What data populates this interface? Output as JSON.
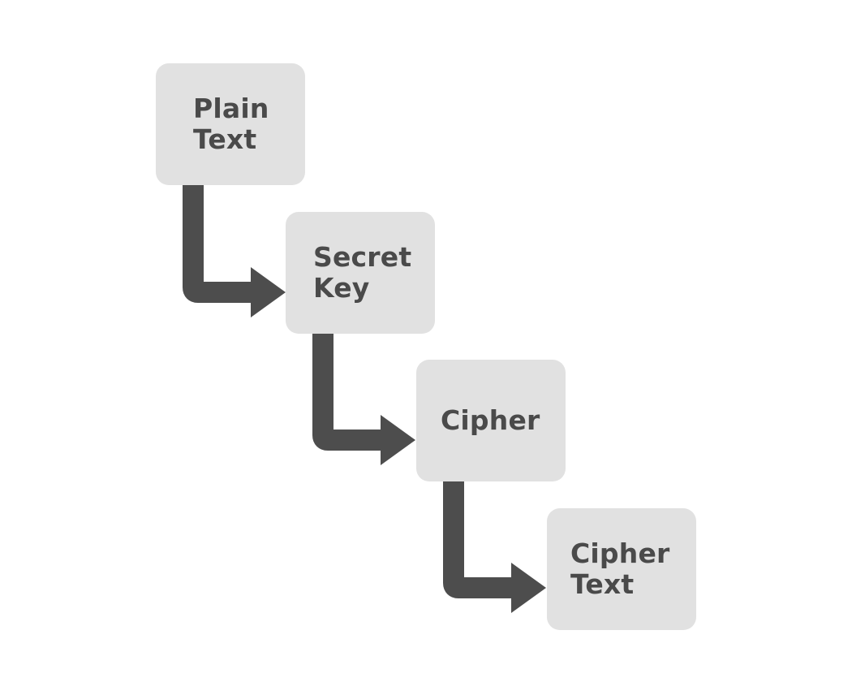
{
  "diagram": {
    "steps": [
      {
        "id": "plain",
        "lines": [
          "Plain",
          "Text"
        ]
      },
      {
        "id": "secret",
        "lines": [
          "Secret",
          "Key"
        ]
      },
      {
        "id": "cipher",
        "lines": [
          "Cipher"
        ]
      },
      {
        "id": "ciphertext",
        "lines": [
          "Cipher",
          "Text"
        ]
      }
    ]
  },
  "colors": {
    "box_fill": "#e1e1e1",
    "text": "#4a4a4a",
    "arrow": "#4d4d4d",
    "background": "#ffffff"
  }
}
